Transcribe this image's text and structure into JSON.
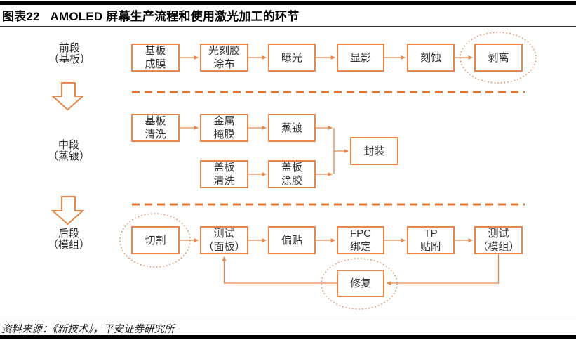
{
  "header": {
    "title": "图表22   AMOLED 屏幕生产流程和使用激光加工的环节"
  },
  "colors": {
    "accent": "#e8874b",
    "separator": "#e2762f",
    "halo": "#dd8b5a",
    "ink": "#2f2f2f"
  },
  "flowchart": {
    "front": {
      "stage_label": "前段\n（基板）",
      "steps": [
        "基板\n成膜",
        "光刻胶\n涂布",
        "曝光",
        "显影",
        "刻蚀",
        "剥离"
      ]
    },
    "middle": {
      "stage_label": "中段\n（蒸镀）",
      "steps_top": [
        "基板\n清洗",
        "金属\n掩膜",
        "蒸镀"
      ],
      "steps_bottom": [
        "盖板\n清洗",
        "盖板\n涂胶"
      ],
      "merge_step": "封装"
    },
    "back": {
      "stage_label": "后段\n（模组）",
      "steps": [
        "切割",
        "测试\n（面板）",
        "偏贴",
        "FPC\n绑定",
        "TP\n贴附",
        "测试\n（模组）"
      ],
      "repair_step": "修复"
    }
  },
  "footer": {
    "source": "资料来源：《新技术》，平安证券研究所"
  }
}
